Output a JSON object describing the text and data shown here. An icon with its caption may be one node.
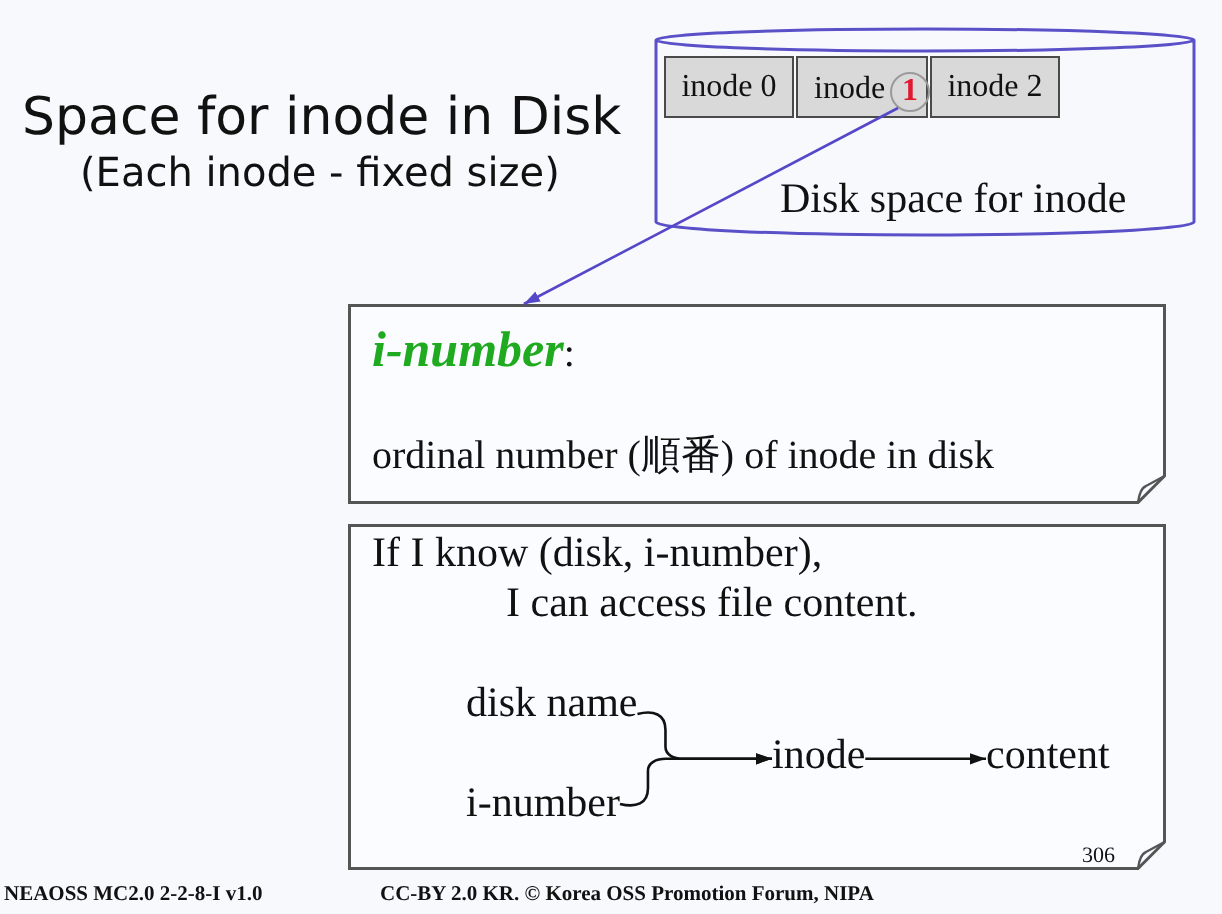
{
  "diagram": {
    "title": "Space for inode in Disk",
    "nodes": [
      {
        "text": [
          "Disk space for inode"
        ]
      },
      {
        "text": [
          "inode 0"
        ],
        "in": 0
      },
      {
        "text": [
          "inode"
        ],
        "in": 0
      },
      {
        "text": [
          "1"
        ],
        "in": 2
      },
      {
        "text": [
          "inode 2"
        ],
        "in": 0
      },
      {
        "text": [
          "**i-number**:",
          "ordinal number (順番) of inode in disk"
        ]
      },
      {
        "text": [
          "If I know (disk, i-number), I can access file content."
        ]
      },
      {
        "text": [
          "disk name"
        ],
        "in": 6
      },
      {
        "text": [
          "i-number"
        ],
        "in": 6
      },
      {
        "text": [
          "inode"
        ],
        "in": 6
      },
      {
        "text": [
          "content"
        ],
        "in": 6
      }
    ],
    "edges": [
      {
        "from": 3,
        "to": 5,
        "arrow": "to",
        "color": "#5548c8"
      },
      {
        "from": 7,
        "to": 9,
        "arrow": "to"
      },
      {
        "from": 8,
        "to": 9,
        "arrow": "to"
      },
      {
        "from": 9,
        "to": 10,
        "arrow": "to"
      }
    ],
    "labels": [
      "(Each inode - fixed size)",
      "306",
      "NEAOSS MC2.0 2-2-8-I v1.0",
      "CC-BY 2.0 KR. © Korea OSS Promotion Forum, NIPA"
    ]
  }
}
